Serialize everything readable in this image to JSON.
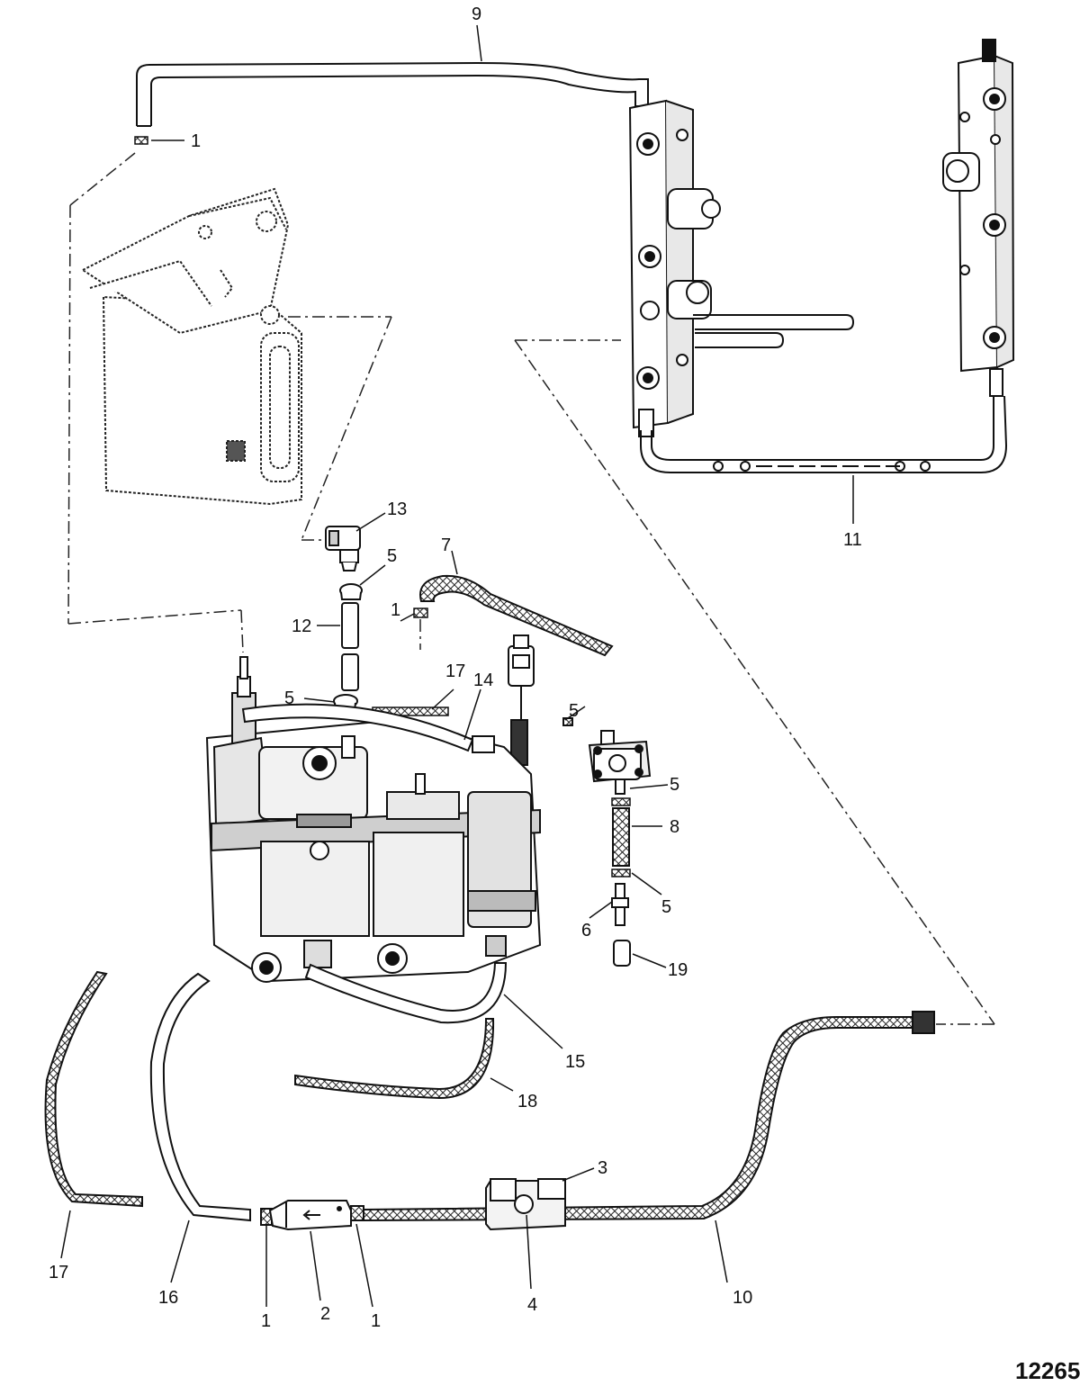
{
  "figure_number": "12265",
  "callouts": [
    {
      "id": "c9",
      "text": "9"
    },
    {
      "id": "c1-top",
      "text": "1"
    },
    {
      "id": "c11",
      "text": "11"
    },
    {
      "id": "c13",
      "text": "13"
    },
    {
      "id": "c5-upper",
      "text": "5"
    },
    {
      "id": "c7",
      "text": "7"
    },
    {
      "id": "c1-mid",
      "text": "1"
    },
    {
      "id": "c12",
      "text": "12"
    },
    {
      "id": "c17-mid",
      "text": "17"
    },
    {
      "id": "c5-clamp",
      "text": "5"
    },
    {
      "id": "c14",
      "text": "14"
    },
    {
      "id": "c5-pump",
      "text": "5"
    },
    {
      "id": "c5-right-a",
      "text": "5"
    },
    {
      "id": "c8",
      "text": "8"
    },
    {
      "id": "c5-right-b",
      "text": "5"
    },
    {
      "id": "c6",
      "text": "6"
    },
    {
      "id": "c19",
      "text": "19"
    },
    {
      "id": "c15",
      "text": "15"
    },
    {
      "id": "c18",
      "text": "18"
    },
    {
      "id": "c3",
      "text": "3"
    },
    {
      "id": "c17-left",
      "text": "17"
    },
    {
      "id": "c16",
      "text": "16"
    },
    {
      "id": "c1-bl",
      "text": "1"
    },
    {
      "id": "c2",
      "text": "2"
    },
    {
      "id": "c1-br",
      "text": "1"
    },
    {
      "id": "c4",
      "text": "4"
    },
    {
      "id": "c10",
      "text": "10"
    }
  ]
}
